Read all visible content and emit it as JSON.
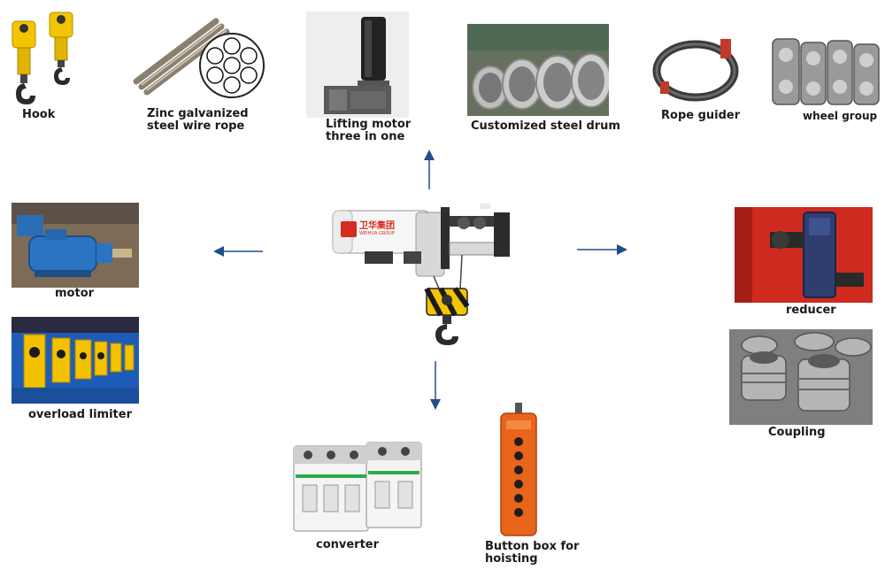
{
  "components": {
    "hook": "Hook",
    "wire_rope_line1": "Zinc galvanized",
    "wire_rope_line2": "steel wire rope",
    "lifting_motor_line1": "Lifting motor",
    "lifting_motor_line2": "three in one",
    "steel_drum": "Customized steel drum",
    "rope_guider": "Rope guider",
    "wheel_group": "wheel group",
    "motor": "motor",
    "overload_limiter": "overload limiter",
    "reducer": "reducer",
    "coupling": "Coupling",
    "converter": "converter",
    "button_box_line1": "Button box for",
    "button_box_line2": "hoisting"
  },
  "hoist": {
    "brand_text": "卫华集团",
    "brand_sub": "WEIHUA GROUP"
  },
  "colors": {
    "arrow": "#1f4e8c",
    "hook_yellow": "#f2c500",
    "reducer_red": "#d62b1e",
    "limiter_blue": "#1e64c8",
    "button_box_orange": "#e8651a"
  }
}
